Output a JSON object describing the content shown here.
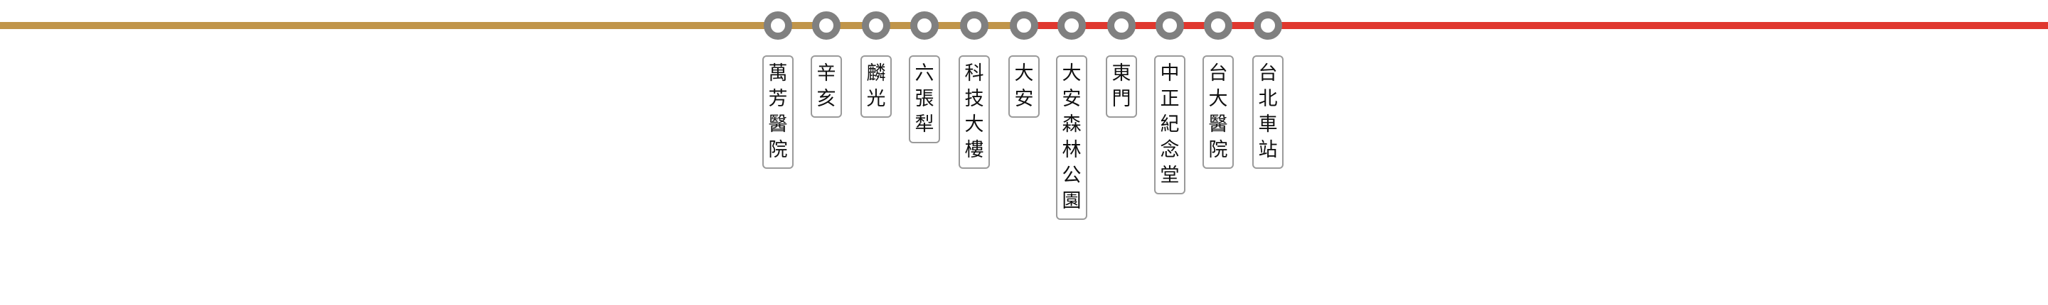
{
  "colors": {
    "line_left": "#c0954a",
    "line_right": "#e0372e",
    "station_ring": "#808080",
    "label_border": "#9a9a9a"
  },
  "stations": [
    {
      "name": "萬芳醫院",
      "icon": "station-marker-icon"
    },
    {
      "name": "辛亥",
      "icon": "station-marker-icon"
    },
    {
      "name": "麟光",
      "icon": "station-marker-icon"
    },
    {
      "name": "六張犁",
      "icon": "station-marker-icon"
    },
    {
      "name": "科技大樓",
      "icon": "station-marker-icon"
    },
    {
      "name": "大安",
      "icon": "station-marker-icon"
    },
    {
      "name": "大安森林公園",
      "icon": "station-marker-icon"
    },
    {
      "name": "東門",
      "icon": "station-marker-icon"
    },
    {
      "name": "中正紀念堂",
      "icon": "station-marker-icon"
    },
    {
      "name": "台大醫院",
      "icon": "station-marker-icon"
    },
    {
      "name": "台北車站",
      "icon": "station-marker-icon"
    }
  ]
}
